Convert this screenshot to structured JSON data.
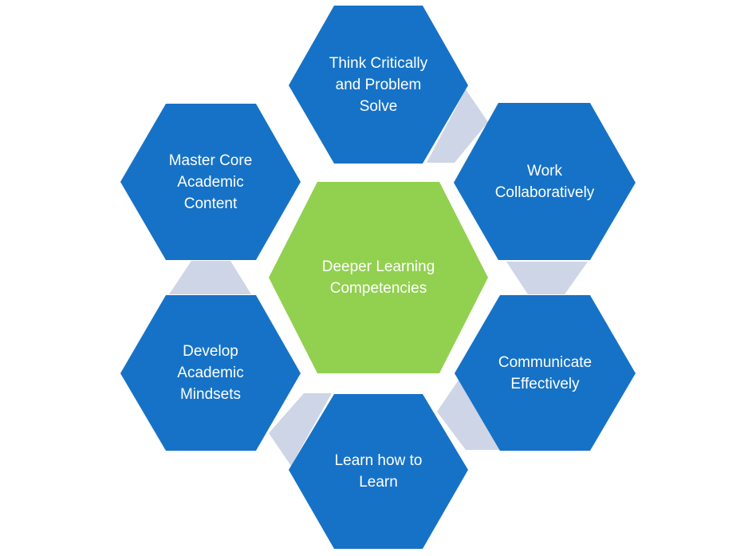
{
  "colors": {
    "outer_hex": "#1672C6",
    "center_hex": "#92D050",
    "connector": "#CDD5E6",
    "text": "#FFFFFF",
    "background": "#FFFFFF"
  },
  "center": {
    "label_lines": [
      "Deeper Learning",
      "Competencies"
    ]
  },
  "competencies": [
    {
      "id": "think",
      "label_lines": [
        "Think Critically",
        "and Problem",
        "Solve"
      ]
    },
    {
      "id": "work",
      "label_lines": [
        "Work",
        "Collaboratively"
      ]
    },
    {
      "id": "communicate",
      "label_lines": [
        "Communicate",
        "Effectively"
      ]
    },
    {
      "id": "learn",
      "label_lines": [
        "Learn how to",
        "Learn"
      ]
    },
    {
      "id": "mindsets",
      "label_lines": [
        "Develop",
        "Academic",
        "Mindsets"
      ]
    },
    {
      "id": "master",
      "label_lines": [
        "Master Core",
        "Academic",
        "Content"
      ]
    }
  ]
}
